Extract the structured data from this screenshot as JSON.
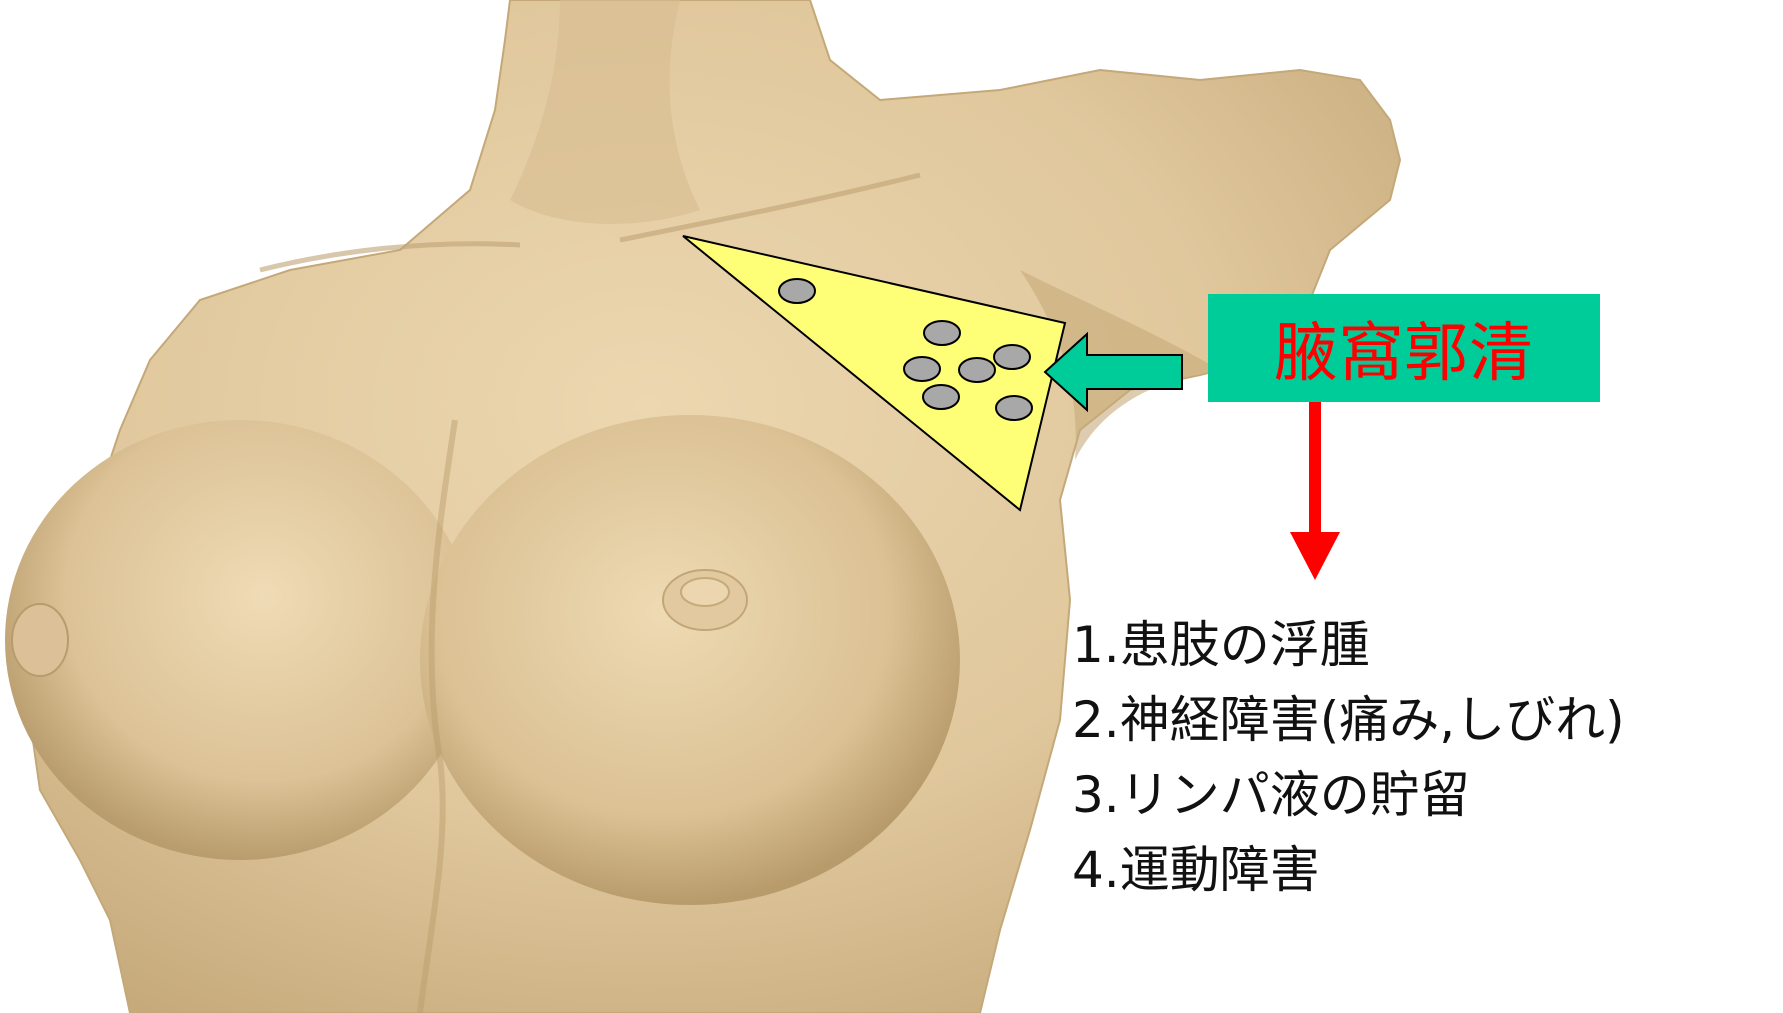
{
  "label": {
    "text": "腋窩郭清",
    "text_color": "#ff0000",
    "box_color": "#00cc99"
  },
  "complications": [
    "1.患肢の浮腫",
    "2.神経障害(痛み,しびれ)",
    "3.リンパ液の貯留",
    "4.運動障害"
  ],
  "colors": {
    "skin": "#e6d0a8",
    "skin_shadow": "#b89a6c",
    "axillary_region": "#ffff77",
    "lymph_node": "#a8a8a8",
    "green_arrow": "#00cc99",
    "red_arrow": "#ff0000"
  },
  "illustration": {
    "subject": "female-torso-3d-render",
    "region_marked": "axilla",
    "lymph_node_count": 7
  }
}
